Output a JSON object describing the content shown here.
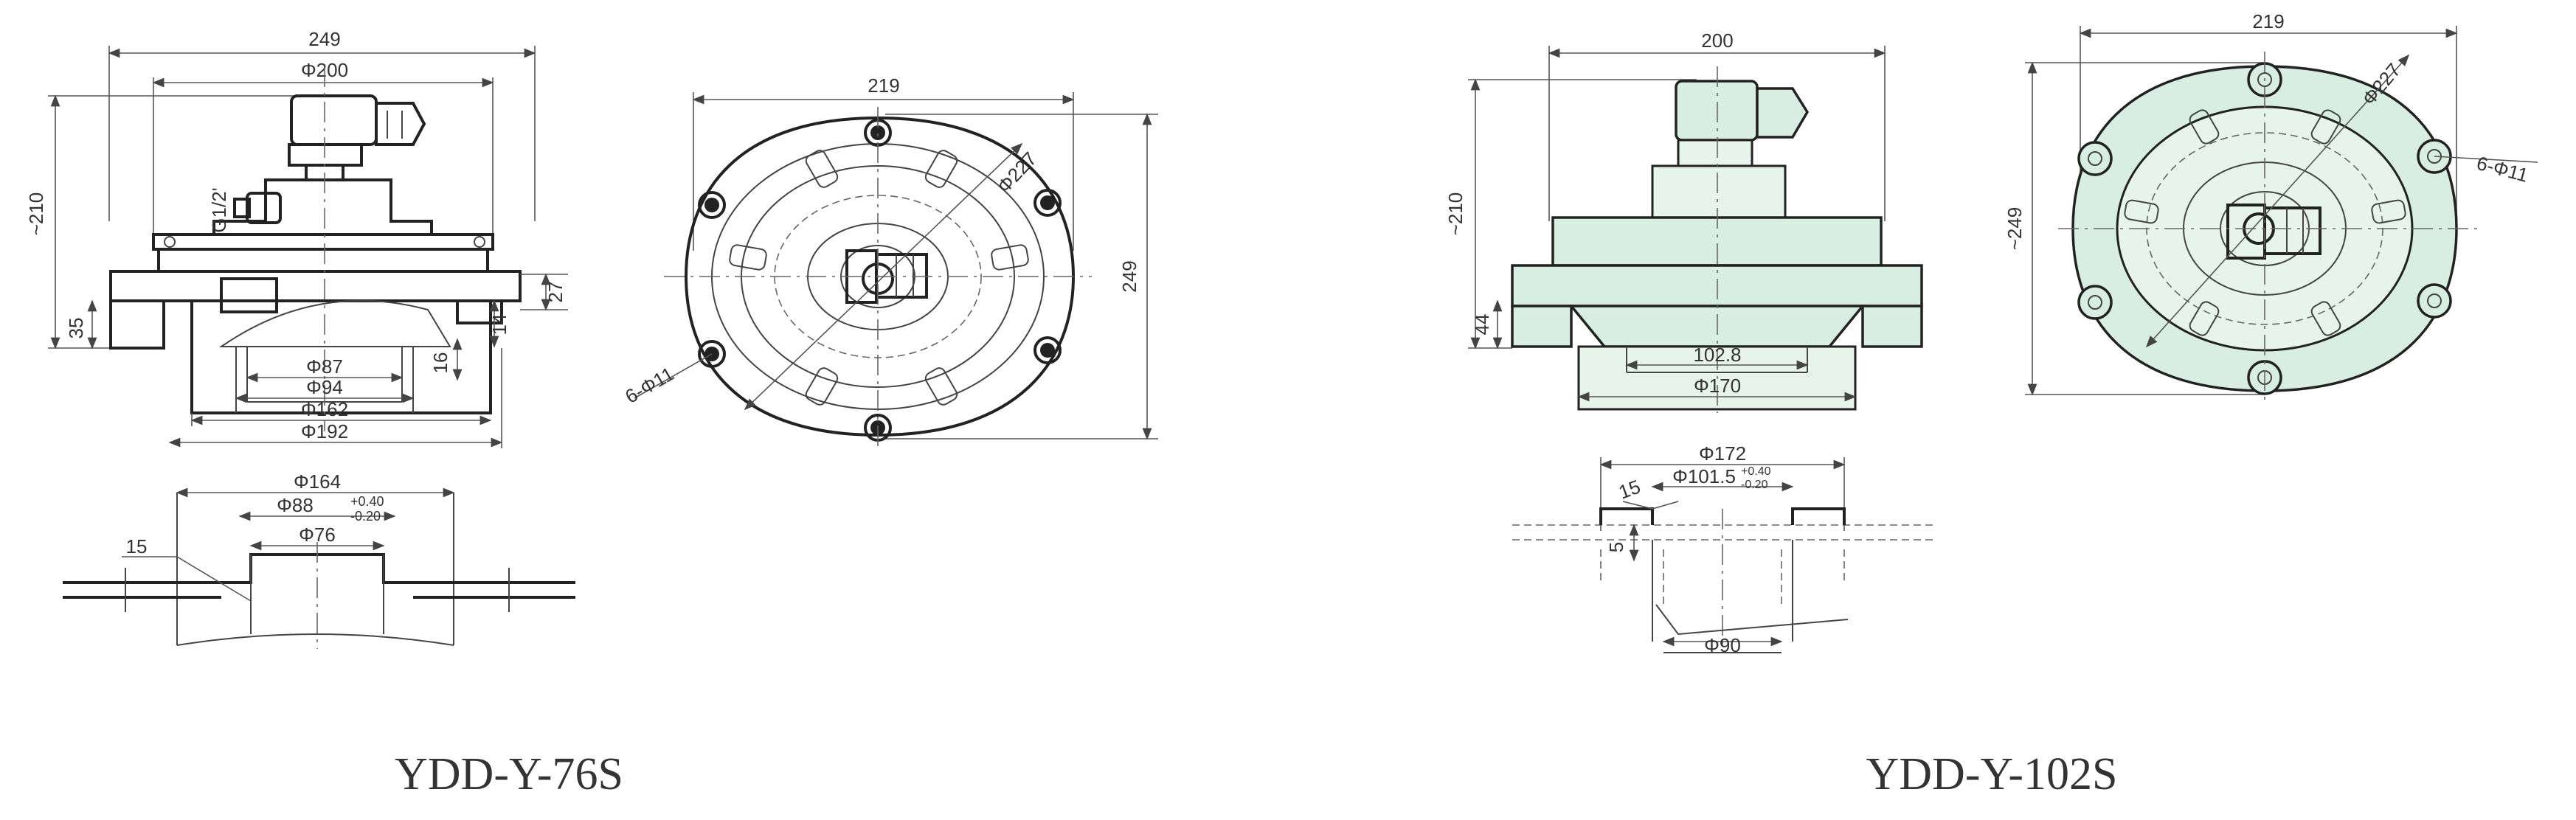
{
  "left": {
    "model": "YDD-Y-76S",
    "side": {
      "width": "249",
      "top_dia": "Φ200",
      "height": "~210",
      "port": "G1/2'",
      "h35": "35",
      "h27": "27",
      "h14": "14",
      "h16": "16",
      "d87": "Φ87",
      "d94": "Φ94",
      "d162": "Φ162",
      "d192": "Φ192"
    },
    "top": {
      "width": "219",
      "height": "249",
      "pcd": "Φ227",
      "holes": "6-Φ11"
    },
    "cut": {
      "d164": "Φ164",
      "d88": "Φ88",
      "tol_upper": "+0.40",
      "tol_lower": "-0.20",
      "d76": "Φ76",
      "weld": "15"
    }
  },
  "right": {
    "model": "YDD-Y-102S",
    "side": {
      "width": "200",
      "height": "~210",
      "h44": "44",
      "d1028": "102.8",
      "d170": "Φ170"
    },
    "top": {
      "width": "219",
      "height": "~249",
      "pcd": "Φ227",
      "holes": "6-Φ11"
    },
    "cut": {
      "d172": "Φ172",
      "d101": "Φ101.5",
      "tol_upper": "+0.40",
      "tol_lower": "-0.20",
      "weld": "15",
      "h5": "5",
      "d90": "Φ90"
    }
  }
}
